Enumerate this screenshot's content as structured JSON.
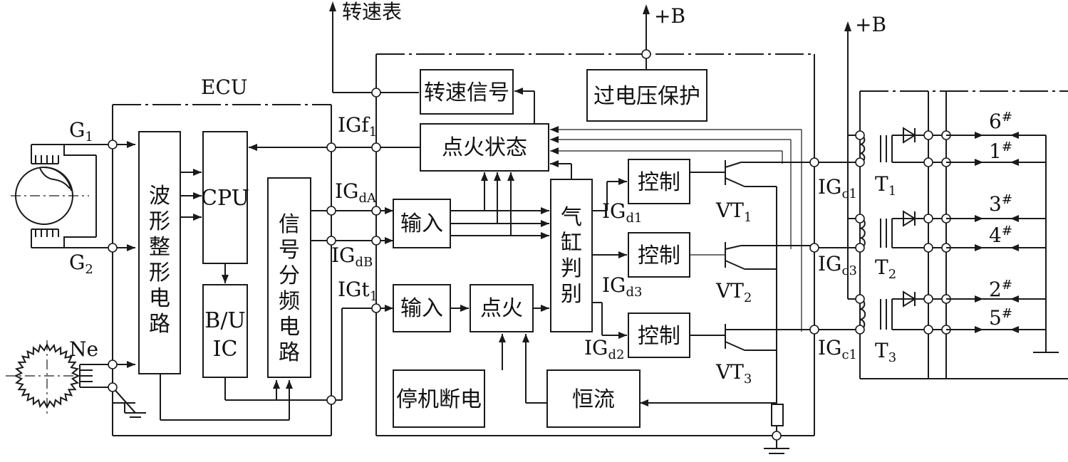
{
  "ecu_label": "ECU",
  "signals": {
    "tachometer": "转速表",
    "supply_top": "+B",
    "supply_right": "+B",
    "g1": {
      "base": "G",
      "sub": "1"
    },
    "g2": {
      "base": "G",
      "sub": "2"
    },
    "ne": "Ne",
    "igf": {
      "base": "IGf",
      "sub": "1"
    },
    "igda": {
      "base": "IG",
      "sub": "dA"
    },
    "igdb": {
      "base": "IG",
      "sub": "dB"
    },
    "igt": {
      "base": "IGt",
      "sub": "1"
    },
    "igd1": {
      "base": "IG",
      "sub": "d1"
    },
    "igd3": {
      "base": "IG",
      "sub": "d3"
    },
    "igd2": {
      "base": "IG",
      "sub": "d2"
    },
    "igc1_top": {
      "base": "IG",
      "sub": "c1"
    },
    "igc3": {
      "base": "IG",
      "sub": "c3"
    },
    "igc1_bottom": {
      "base": "IG",
      "sub": "c1"
    }
  },
  "blocks": {
    "waveform": "波形整形电路",
    "cpu": "CPU",
    "bu_ic": [
      "B/U",
      "IC"
    ],
    "divider": "信号分频电路",
    "speed_signal": "转速信号",
    "overvoltage": "过电压保护",
    "ignition_status": "点火状态",
    "input_a": "输入",
    "input_b": "输入",
    "ignition": "点火",
    "cylinder_judge": "气缸判别",
    "control_1": "控制",
    "control_2": "控制",
    "control_3": "控制",
    "stop_cutoff": "停机断电",
    "constant_current": "恒流"
  },
  "transistors": [
    {
      "base": "VT",
      "sub": "1"
    },
    {
      "base": "VT",
      "sub": "2"
    },
    {
      "base": "VT",
      "sub": "3"
    }
  ],
  "coils": [
    {
      "base": "T",
      "sub": "1"
    },
    {
      "base": "T",
      "sub": "2"
    },
    {
      "base": "T",
      "sub": "3"
    }
  ],
  "cylinders": [
    "6",
    "1",
    "3",
    "4",
    "2",
    "5"
  ],
  "cylinder_mark": "#"
}
